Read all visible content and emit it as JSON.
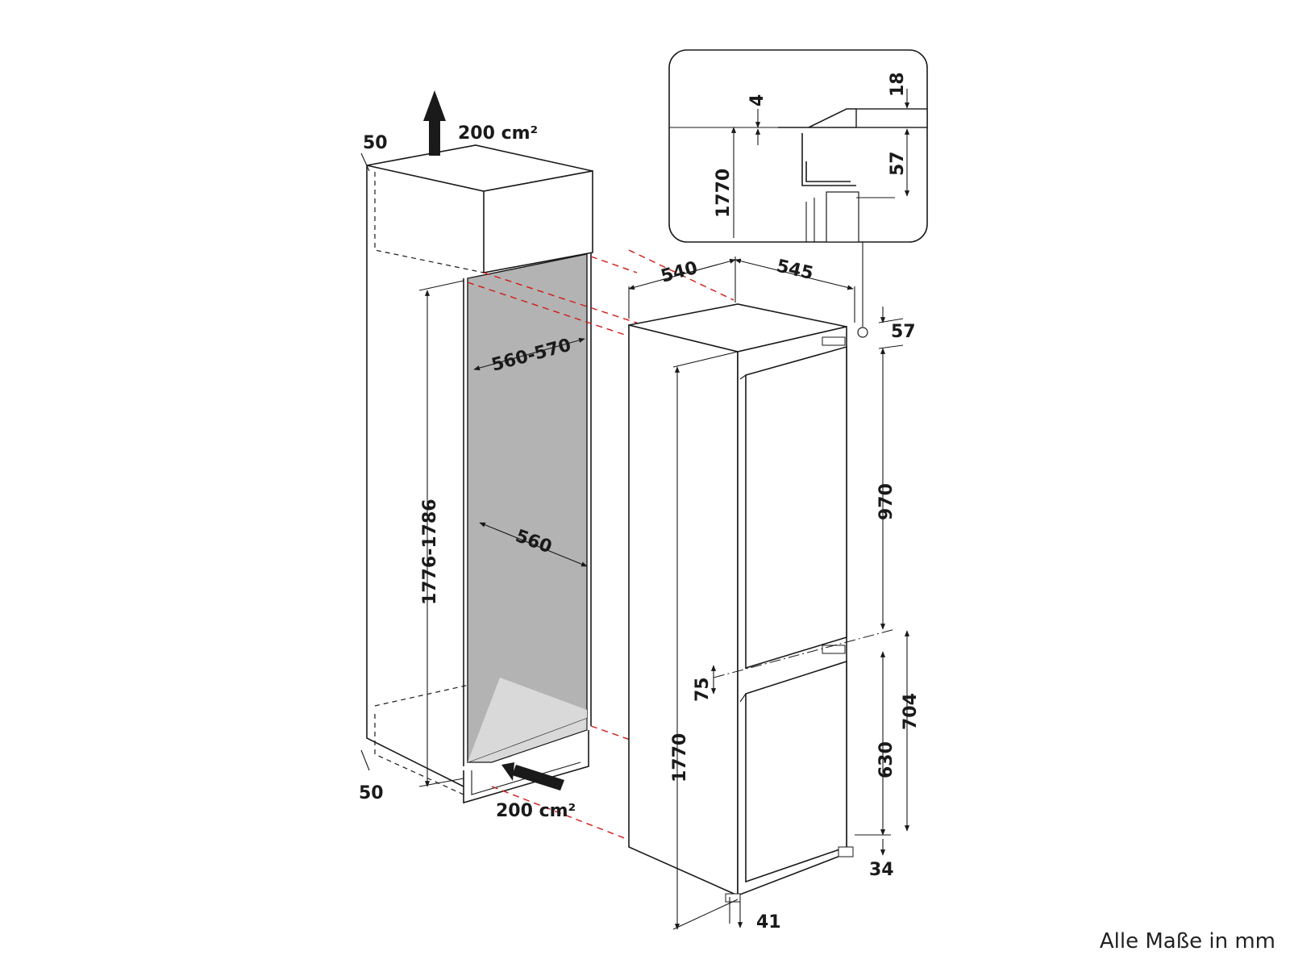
{
  "colors": {
    "line": "#1a1a1a",
    "niche_fill": "#b3b3b3",
    "floor_fill": "#d9d9d9",
    "guide_red": "#d11a1a"
  },
  "icons": [
    "arrow-up-icon",
    "arrow-diagonal-icon"
  ],
  "niche": {
    "top_gap": "50",
    "bottom_gap": "50",
    "vent_top": "200 cm²",
    "vent_bottom": "200 cm²",
    "height": "1776-1786",
    "width": "560-570",
    "depth": "560"
  },
  "appliance": {
    "depth_top": "540",
    "depth_side": "545",
    "top_offset": "57",
    "upper_door": "970",
    "gap": "75",
    "lower_total": "704",
    "lower_door": "630",
    "bottom_offset": "34",
    "total_height": "1770",
    "base": "41"
  },
  "detail": {
    "offset_a": "4",
    "offset_b": "18",
    "offset_c": "57",
    "height": "1770"
  },
  "footnote": "Alle Maße in mm"
}
